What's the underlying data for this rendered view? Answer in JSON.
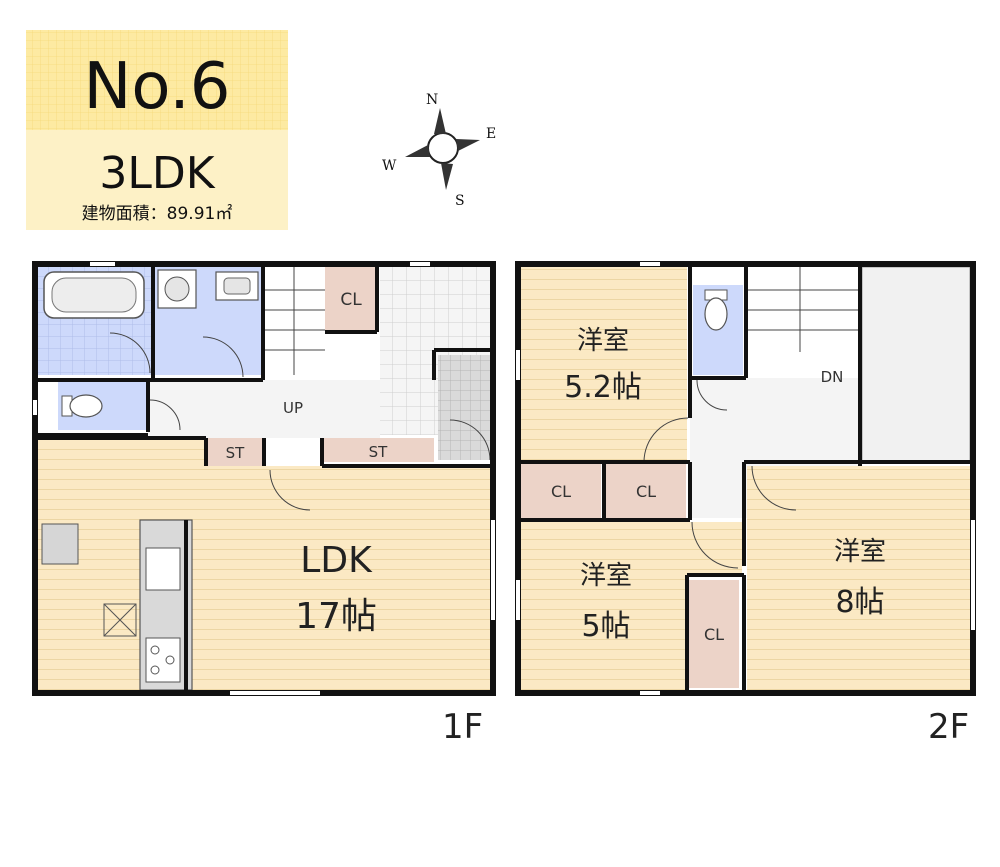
{
  "header": {
    "plan_number": "No.6",
    "layout_type": "3LDK",
    "floor_area": "建物面積：89.91㎡"
  },
  "compass": {
    "north": "N",
    "east": "E",
    "south": "S",
    "west": "W"
  },
  "floor1": {
    "label": "1F",
    "ldk_name": "LDK",
    "ldk_size": "17帖",
    "up_label": "UP",
    "closet_label": "CL",
    "storage_left": "ST",
    "storage_right": "ST"
  },
  "floor2": {
    "label": "2F",
    "room_a_name": "洋室",
    "room_a_size": "5.2帖",
    "room_b_name": "洋室",
    "room_b_size": "5帖",
    "room_c_name": "洋室",
    "room_c_size": "8帖",
    "dn_label": "DN",
    "closet_a": "CL",
    "closet_b": "CL",
    "closet_c": "CL"
  },
  "colors": {
    "room_floor": "#fbe9c4",
    "wet_area": "#cdd9fb",
    "closet": "#ecd3c8",
    "title_bg": "#fdeaa2",
    "wall": "#111111"
  }
}
